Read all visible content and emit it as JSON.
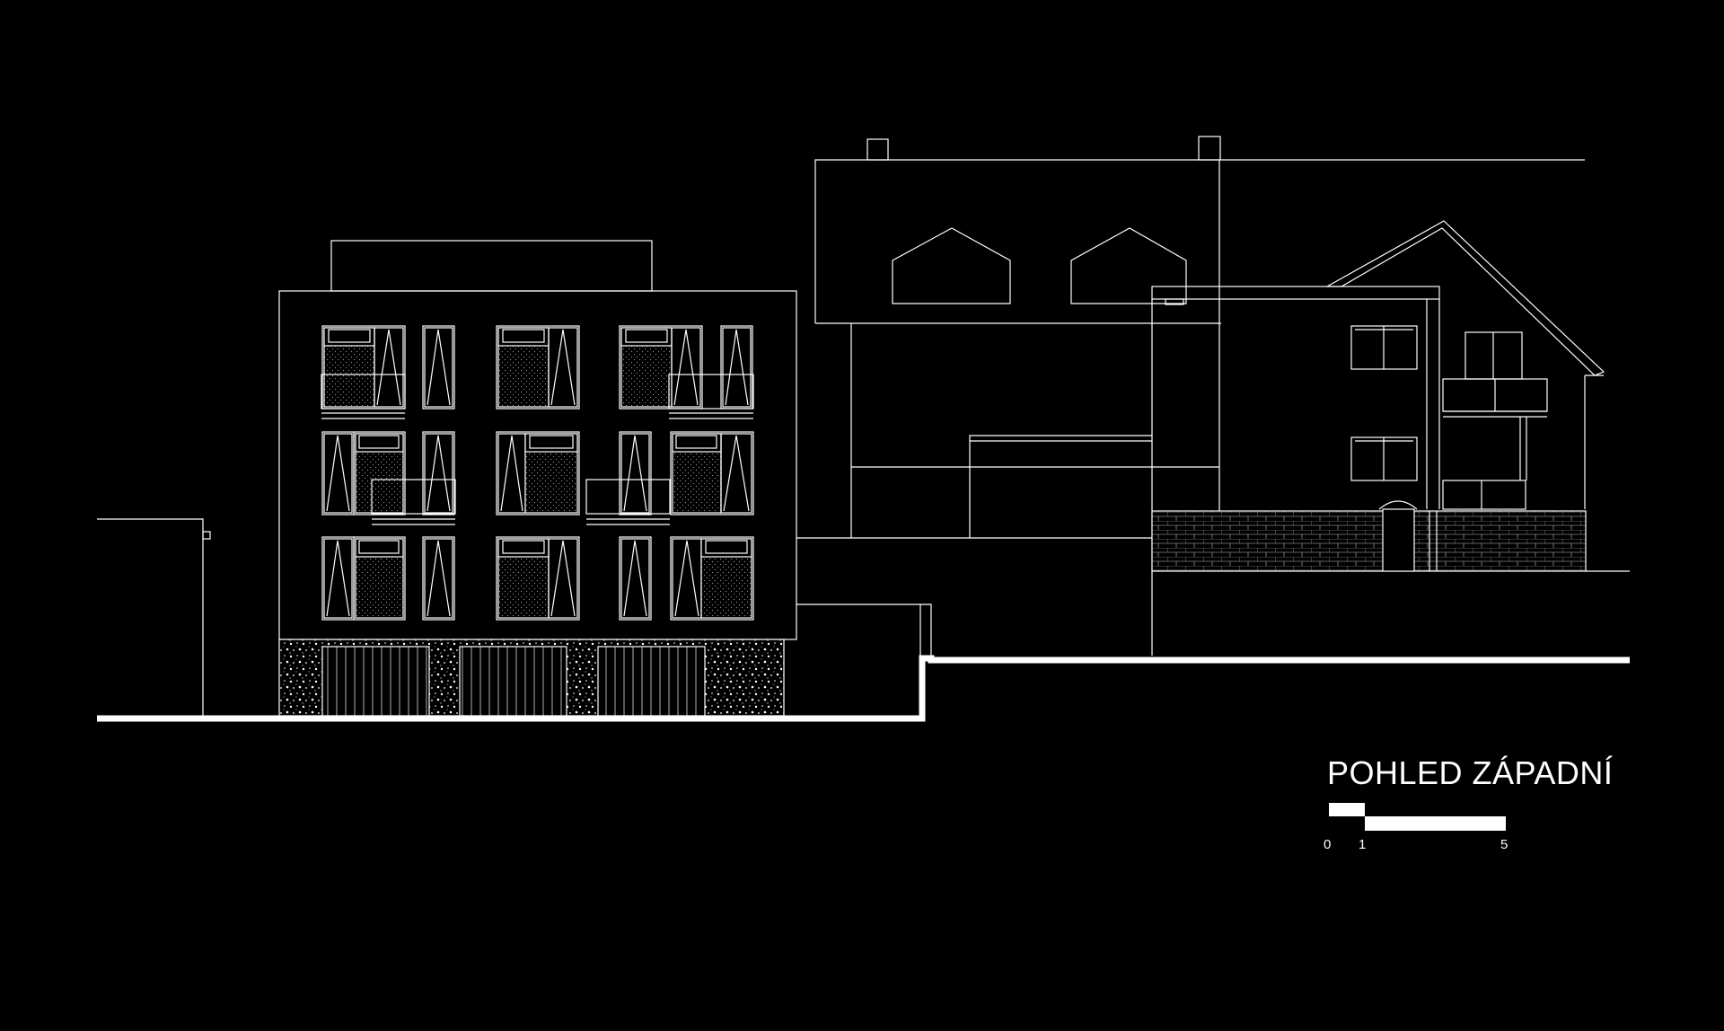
{
  "drawing": {
    "title": "POHLED ZÁPADNÍ",
    "scale_bar": {
      "labels": [
        "0",
        "1",
        "5"
      ]
    }
  },
  "colors": {
    "background": "#000000",
    "line": "#ffffff"
  }
}
